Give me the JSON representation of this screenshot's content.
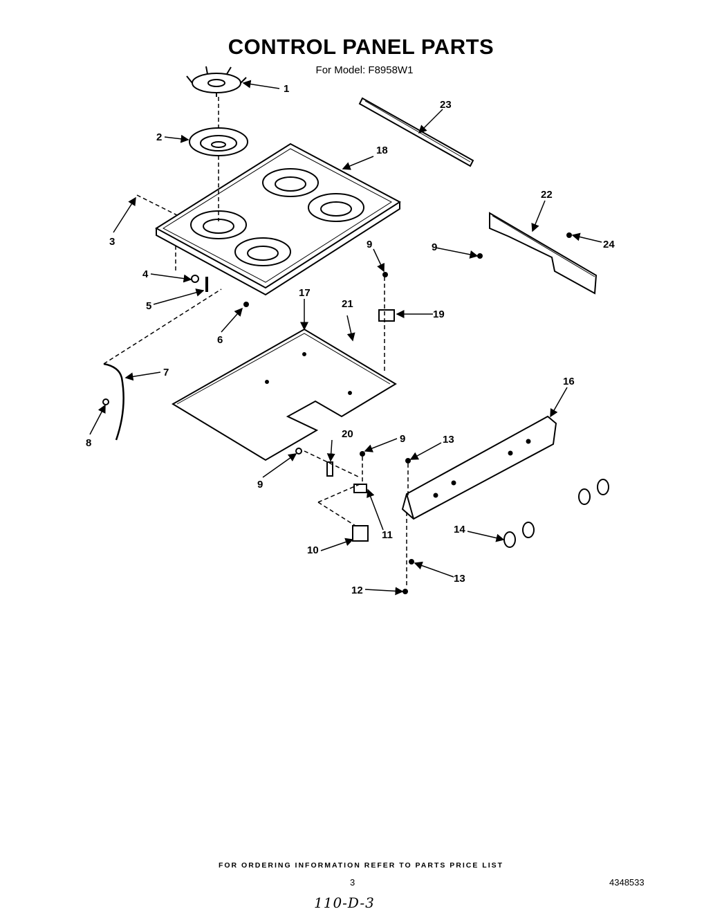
{
  "header": {
    "title": "CONTROL PANEL PARTS",
    "subtitle": "For Model: F8958W1"
  },
  "callouts": [
    "1",
    "2",
    "3",
    "4",
    "5",
    "6",
    "7",
    "8",
    "9",
    "9",
    "9",
    "9",
    "10",
    "11",
    "12",
    "13",
    "13",
    "14",
    "16",
    "17",
    "18",
    "19",
    "20",
    "21",
    "22",
    "23",
    "24"
  ],
  "footer": {
    "ordering_note": "FOR ORDERING INFORMATION REFER TO PARTS PRICE LIST",
    "page_number": "3",
    "document_number": "4348533",
    "handwritten_note": "110-D-3"
  }
}
